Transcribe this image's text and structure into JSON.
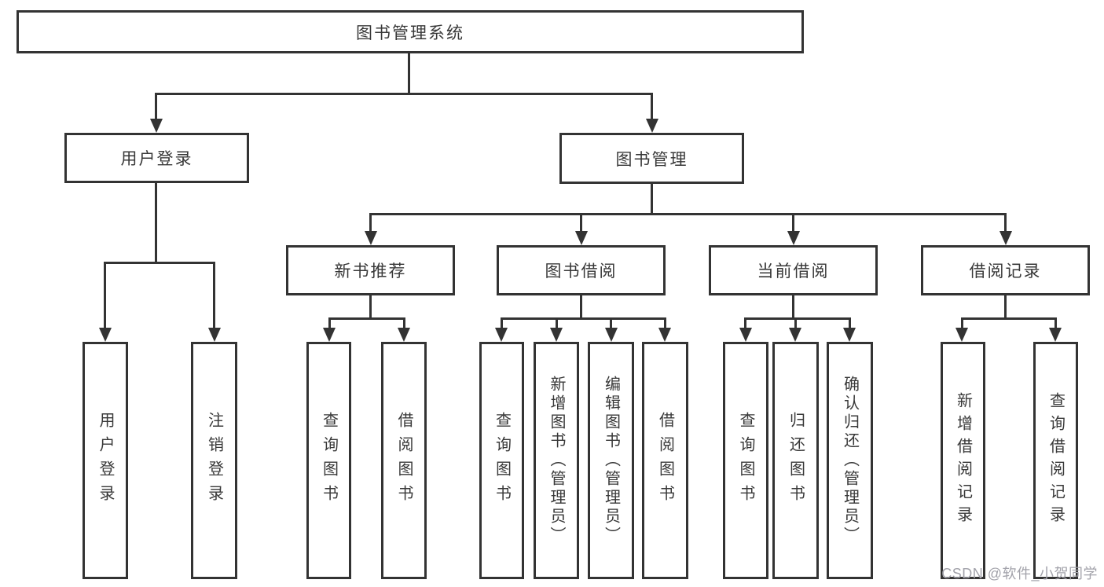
{
  "diagram": {
    "title": "图书管理系统",
    "nodes": {
      "root": "图书管理系统",
      "user_login": {
        "label": "用户登录",
        "children": [
          "用户登录",
          "注销登录"
        ]
      },
      "book_mgmt": {
        "label": "图书管理",
        "sections": {
          "new_book_rec": {
            "label": "新书推荐",
            "children": [
              "查询图书",
              "借阅图书"
            ]
          },
          "book_borrow": {
            "label": "图书借阅",
            "children": [
              "查询图书",
              "新增图书（管理员）",
              "编辑图书（管理员）",
              "借阅图书"
            ]
          },
          "current_borrow": {
            "label": "当前借阅",
            "children": [
              "查询图书",
              "归还图书",
              "确认归还（管理员）"
            ]
          },
          "borrow_record": {
            "label": "借阅记录",
            "children": [
              "新增借阅记录",
              "查询借阅记录"
            ]
          }
        }
      }
    }
  },
  "watermark": {
    "text": "CSDN @软件_小贺同学"
  },
  "colors": {
    "line": "#333333",
    "box_border": "#333333",
    "text": "#383838",
    "watermark": "#a2a2aa",
    "background": "#ffffff"
  }
}
